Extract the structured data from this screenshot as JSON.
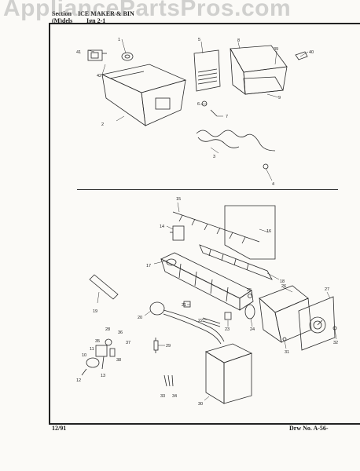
{
  "watermark": "AppliancePartsPros.com",
  "header": {
    "section_label": "Section",
    "section_title": "ICE MAKER & BIN",
    "models_label": "(M)dels",
    "models_value": "Ign 2-1"
  },
  "footer": {
    "date": "12/91",
    "drawing_no": "Drw No. A-56-"
  },
  "callouts": {
    "c1": "1",
    "c2": "2",
    "c3": "3",
    "c4": "4",
    "c5": "5",
    "c6": "6",
    "c7": "7",
    "c8": "8",
    "c9": "9",
    "c39": "39",
    "c40": "40",
    "c41": "41",
    "c42": "42",
    "c15": "15",
    "c16": "16",
    "c14": "14",
    "c17": "17",
    "c18": "18",
    "c19": "19",
    "c20": "20",
    "c21": "21",
    "c22": "22",
    "c23": "23",
    "c24": "24",
    "c25": "25",
    "c26": "26",
    "c27": "27",
    "c28": "28",
    "c29": "29",
    "c30": "30",
    "c31": "31",
    "c32": "32",
    "c33": "33",
    "c34": "34",
    "c35": "35",
    "c36": "36",
    "c37": "37",
    "c38": "38",
    "c10": "10",
    "c11": "11",
    "c12": "12",
    "c13": "13"
  }
}
